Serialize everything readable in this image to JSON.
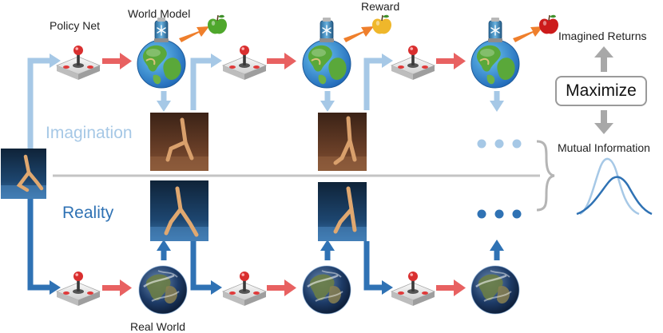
{
  "labels": {
    "policy_net": "Policy Net",
    "world_model": "World Model",
    "reward": "Reward",
    "imagined_returns": "Imagined Returns",
    "maximize": "Maximize",
    "mutual_information": "Mutual Information",
    "imagination": "Imagination",
    "reality": "Reality",
    "real_world": "Real World"
  },
  "colors": {
    "imagination_flow": "#a6c8e6",
    "reality_flow": "#2f72b4",
    "action_arrow": "#e86161",
    "reward_arrow": "#ef7f2c",
    "neutral_arrow": "#a8a8a8",
    "apple_green": "#4fa72c",
    "apple_yellow": "#efb72b",
    "apple_red": "#cc1b1b"
  },
  "icons": [
    "joystick-icon",
    "world-model-globe-icon",
    "real-earth-icon",
    "apple-icon",
    "walker-frame-icon",
    "snowflake-icon",
    "ellipsis-icon",
    "gaussian-curves-icon"
  ]
}
